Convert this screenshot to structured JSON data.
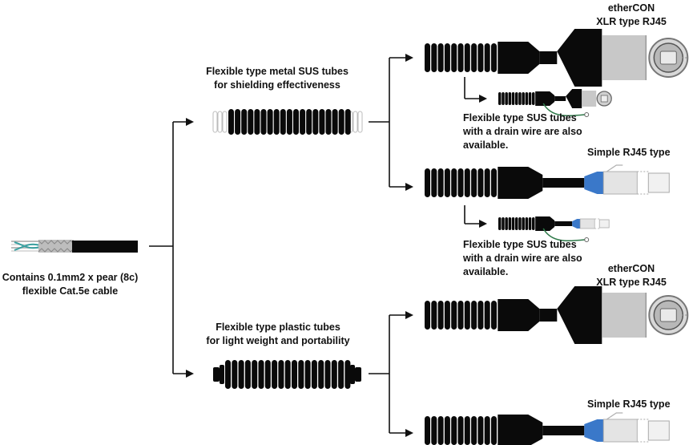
{
  "labels": {
    "cable_line1": "Contains 0.1mm2 x pear (8c)",
    "cable_line2": "flexible Cat.5e cable",
    "metal_line1": "Flexible type metal SUS tubes",
    "metal_line2": "for shielding effectiveness",
    "plastic_line1": "Flexible type plastic tubes",
    "plastic_line2": "for light weight and portability",
    "ethercon1_line1": "etherCON",
    "ethercon1_line2": "XLR type RJ45",
    "drain1_line1": "Flexible type SUS tubes",
    "drain1_line2": "with a drain wire are also",
    "drain1_line3": "available.",
    "simple1": "Simple RJ45 type",
    "drain2_line1": "Flexible type SUS tubes",
    "drain2_line2": "with a drain wire are also",
    "drain2_line3": "available.",
    "ethercon2_line1": "etherCON",
    "ethercon2_line2": "XLR type RJ45",
    "simple2": "Simple RJ45 type"
  },
  "colors": {
    "ink": "#111111",
    "tube_black": "#0a0a0a",
    "connector_grey": "#c8c8c8",
    "rj45_blue": "#3a78c9",
    "drain_wire": "#2f7a4a",
    "cable_teal": "#3aa0a0"
  }
}
